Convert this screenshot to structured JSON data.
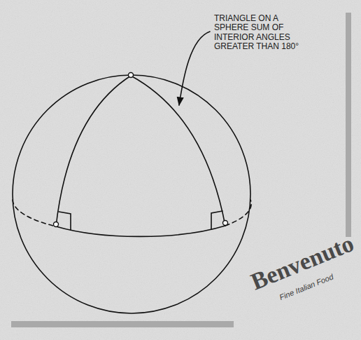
{
  "diagram": {
    "labels": [
      "TRIANGLE ON A SPHERE SUM OF INTERIOR ANGLES GREATER THAN 180°",
      "Benvenuto",
      "Fine Italian Food"
    ]
  }
}
